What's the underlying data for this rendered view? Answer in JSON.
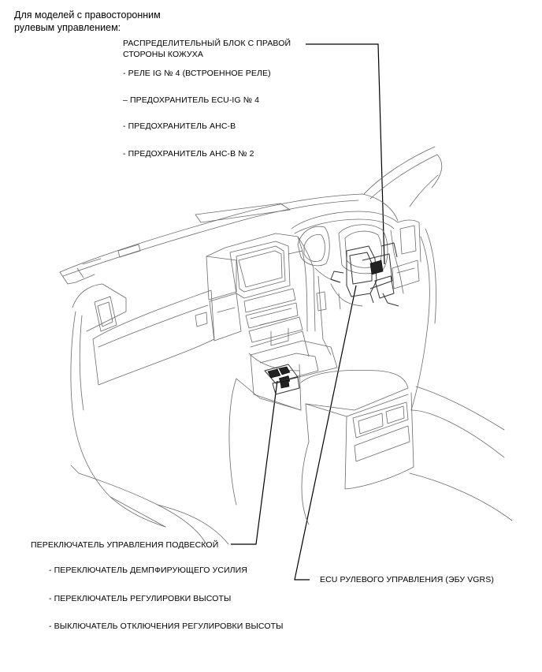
{
  "heading": {
    "line1": "Для моделей с правосторонним",
    "line2": "рулевым управлением:"
  },
  "top_block": {
    "title_line1": "РАСПРЕДЕЛИТЕЛЬНЫЙ БЛОК С ПРАВОЙ",
    "title_line2": "СТОРОНЫ КОЖУХА",
    "items": [
      "- РЕЛЕ IG № 4 (ВСТРОЕННОЕ РЕЛЕ)",
      "– ПРЕДОХРАНИТЕЛЬ ECU-IG № 4",
      "- ПРЕДОХРАНИТЕЛЬ AHC-B",
      "- ПРЕДОХРАНИТЕЛЬ AHC-B № 2"
    ]
  },
  "bottom_block": {
    "title": "ПЕРЕКЛЮЧАТЕЛЬ УПРАВЛЕНИЯ ПОДВЕСКОЙ",
    "items": [
      "- ПЕРЕКЛЮЧАТЕЛЬ ДЕМПФИРУЮЩЕГО УСИЛИЯ",
      "- ПЕРЕКЛЮЧАТЕЛЬ РЕГУЛИРОВКИ ВЫСОТЫ",
      "- ВЫКЛЮЧАТЕЛЬ ОТКЛЮЧЕНИЯ РЕГУЛИРОВКИ ВЫСОТЫ"
    ]
  },
  "ecu_label": "ECU РУЛЕВОГО УПРАВЛЕНИЯ (ЭБУ VGRS)"
}
